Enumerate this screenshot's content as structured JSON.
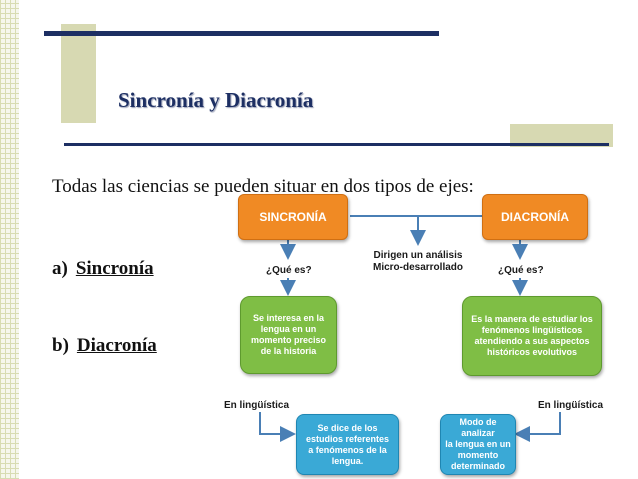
{
  "slide": {
    "title": "Sincronía y Diacronía",
    "intro": "Todas las ciencias se pueden situar en dos tipos de ejes:",
    "items": [
      {
        "marker": "a)",
        "label": "Sincronía"
      },
      {
        "marker": "b)",
        "label": "Diacronía"
      }
    ]
  },
  "diagram": {
    "left_header": "SINCRONÍA",
    "right_header": "DIACRONÍA",
    "question_left": "¿Qué es?",
    "question_right": "¿Qué es?",
    "center_label": "Dirigen un análisis\nMicro-desarrollado",
    "green_left": "Se interesa en la\nlengua en un\nmomento preciso\nde la historia",
    "green_right": "Es la manera de estudiar los\nfenómenos lingüísticos\natendiendo a sus aspectos\nhistóricos evolutivos",
    "ling_left": "En lingüística",
    "ling_right": "En lingüística",
    "blue_left": "Se dice de los\nestudios referentes\na fenómenos de la\nlengua.",
    "blue_right": "Modo de analizar\nla lengua en un\nmomento\ndeterminado"
  },
  "colors": {
    "navy": "#1d2f63",
    "olive": "#d7d9b2",
    "orange": "#f08a24",
    "green": "#7fbe45",
    "blue": "#3aa9d6",
    "arrow": "#4a7fb5"
  }
}
